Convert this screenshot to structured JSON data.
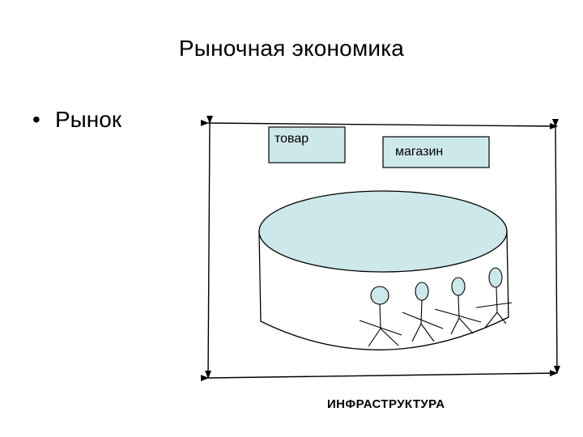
{
  "title": "Рыночная экономика",
  "bullets": [
    {
      "marker": "•",
      "text": "Рынок"
    }
  ],
  "diagram": {
    "box_goods": "товар",
    "box_shop": "магазин",
    "bottom_label": "ИНФРАСТРУКТУРА",
    "colors": {
      "fill": "#cde8ea",
      "stroke": "#000000",
      "background": "#ffffff"
    },
    "people_count": 4
  }
}
